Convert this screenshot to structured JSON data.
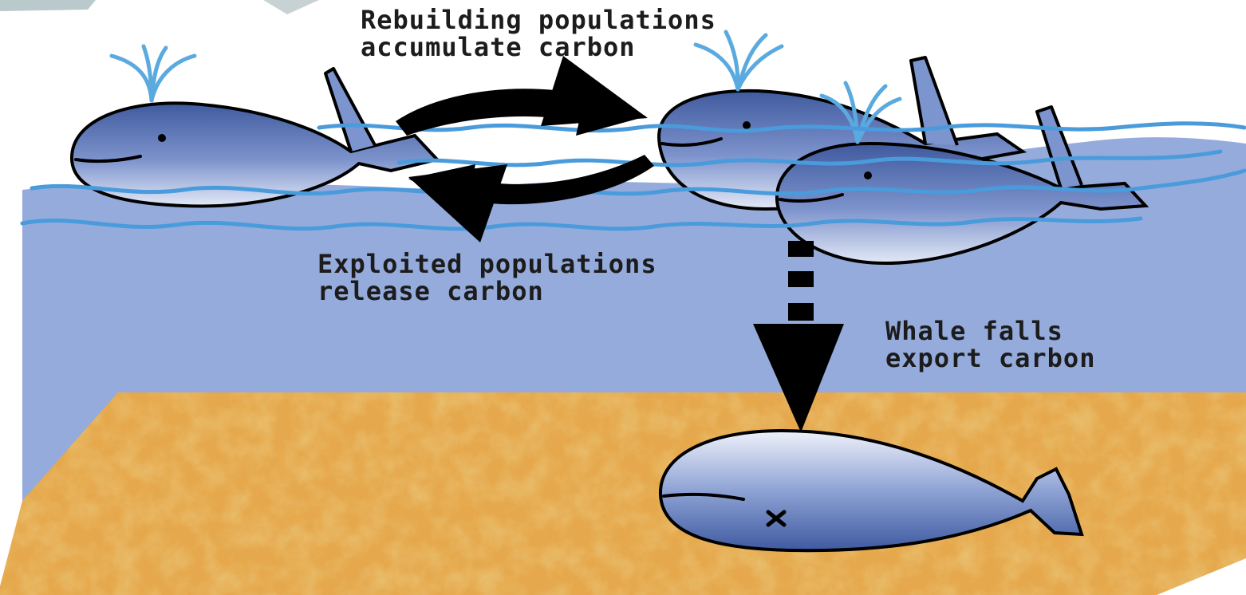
{
  "labels": {
    "rebuilding": [
      "Rebuilding populations",
      "accumulate carbon"
    ],
    "exploited": [
      "Exploited populations",
      "release carbon"
    ],
    "whale_falls": [
      "Whale falls",
      "export carbon"
    ]
  },
  "colors": {
    "sky": "#ffffff",
    "ocean": "#95abdb",
    "wave": "#4a9bdc",
    "seafloor": "#e4a548",
    "whale_dark": "#4a64a6",
    "whale_light": "#dfe6f6",
    "spout": "#5aaae0",
    "arrow": "#000000"
  }
}
